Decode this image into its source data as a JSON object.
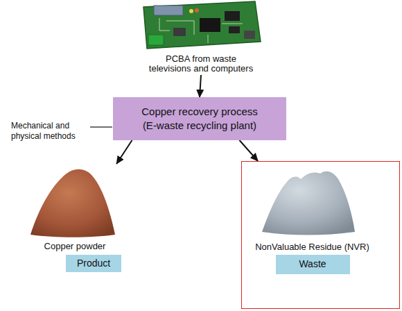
{
  "diagram": {
    "nodes": [
      {
        "text": [
          "PCBA from waste televisions and computers"
        ]
      },
      {
        "text": [
          "Copper recovery process",
          "(E-waste recycling plant)"
        ]
      },
      {
        "text": [
          "Copper powder"
        ]
      },
      {
        "text": [
          "Product"
        ]
      },
      {
        "text": [
          "NonValuable Residue (NVR)"
        ]
      },
      {
        "text": [
          "Waste"
        ],
        "in": 4
      }
    ],
    "edges": [
      {
        "from": 0,
        "to": 1,
        "arrow": "to"
      },
      {
        "from": 1,
        "to": 2,
        "arrow": "to"
      },
      {
        "from": 1,
        "to": 4,
        "arrow": "to"
      }
    ],
    "labels": [
      "Mechanical and physical methods"
    ]
  }
}
